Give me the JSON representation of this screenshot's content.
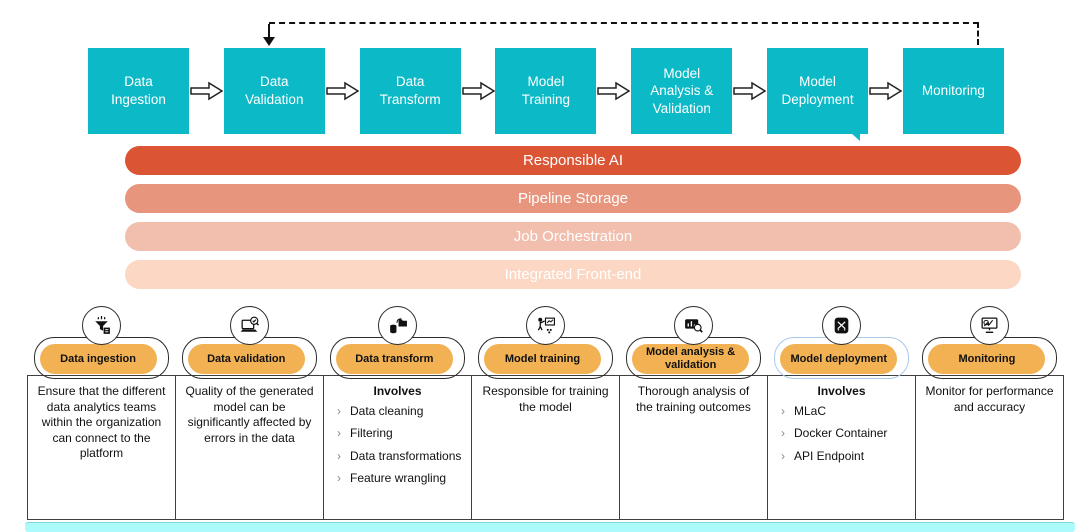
{
  "ui": {
    "bullet_char": "›"
  },
  "pipeline": {
    "stages": [
      {
        "label": "Data\nIngestion"
      },
      {
        "label": "Data\nValidation"
      },
      {
        "label": "Data\nTransform"
      },
      {
        "label": "Model\nTraining"
      },
      {
        "label": "Model\nAnalysis &\nValidation"
      },
      {
        "label": "Model\nDeployment"
      },
      {
        "label": "Monitoring"
      }
    ]
  },
  "platform_layers": [
    {
      "label": "Responsible AI",
      "color": "#DB5434"
    },
    {
      "label": "Pipeline Storage",
      "color": "#E8957E"
    },
    {
      "label": "Job Orchestration",
      "color": "#F2BFAF"
    },
    {
      "label": "Integrated Front-end",
      "color": "#FCD7C4"
    }
  ],
  "colors": {
    "stage_box": "#0CB9C6",
    "pill": "#F2B253",
    "bottom_strip": "#ADFAFB"
  },
  "columns": [
    {
      "pill": "Data ingestion",
      "icon": "funnel-icon",
      "description": "Ensure that the different data analytics teams within the organization can connect to the platform"
    },
    {
      "pill": "Data validation",
      "icon": "laptop-check-icon",
      "description": "Quality of the generated model can be significantly affected by errors in the data"
    },
    {
      "pill": "Data transform",
      "icon": "data-transform-icon",
      "heading": "Involves",
      "items": [
        "Data cleaning",
        "Filtering",
        "Data transformations",
        "Feature wrangling"
      ]
    },
    {
      "pill": "Model training",
      "icon": "trainer-icon",
      "description": "Responsible for training the model"
    },
    {
      "pill": "Model analysis & validation",
      "icon": "chart-magnifier-icon",
      "description": "Thorough analysis of the training outcomes"
    },
    {
      "pill": "Model deployment",
      "icon": "deployment-icon",
      "heading": "Involves",
      "items": [
        "MLaC",
        "Docker Container",
        "API Endpoint"
      ]
    },
    {
      "pill": "Monitoring",
      "icon": "monitor-chart-icon",
      "description": "Monitor for performance and accuracy"
    }
  ]
}
